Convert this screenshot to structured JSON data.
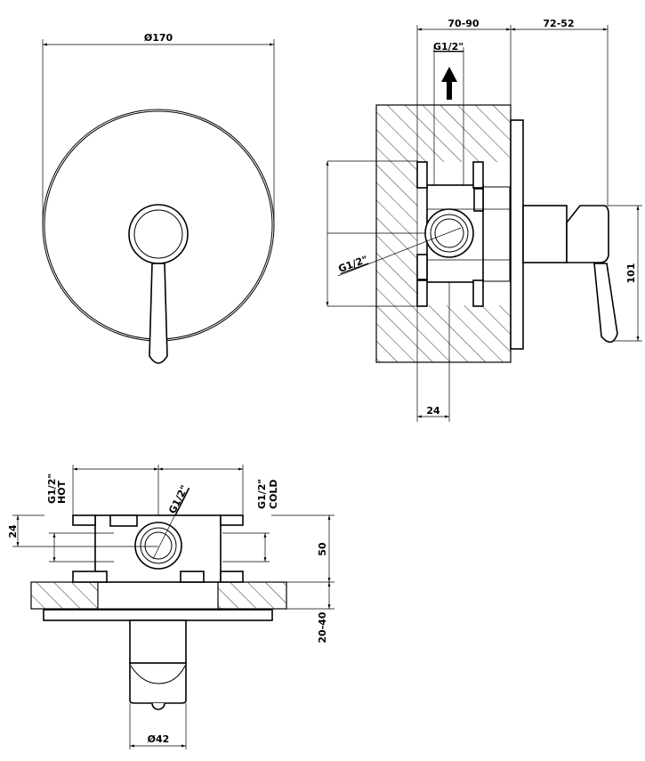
{
  "drawing": {
    "front_view": {
      "diameter_label": "Ø170"
    },
    "side_view": {
      "depth_label": "70-90",
      "projection_label": "72-52",
      "outlet_thread_label": "G1/2\"",
      "inlet_thread_label": "G1/2\"",
      "offset_label": "24",
      "height_label": "101"
    },
    "bottom_view": {
      "hot_thread_label": "G1/2\"",
      "hot_label": "HOT",
      "cold_thread_label": "G1/2\"",
      "cold_label": "COLD",
      "center_thread_label": "G1/2\"",
      "inlet_offset_label": "24",
      "body_depth_label": "50",
      "wall_range_label": "20-40",
      "stem_diameter_label": "Ø42"
    }
  },
  "colors": {
    "line": "#000000",
    "background": "#ffffff"
  }
}
